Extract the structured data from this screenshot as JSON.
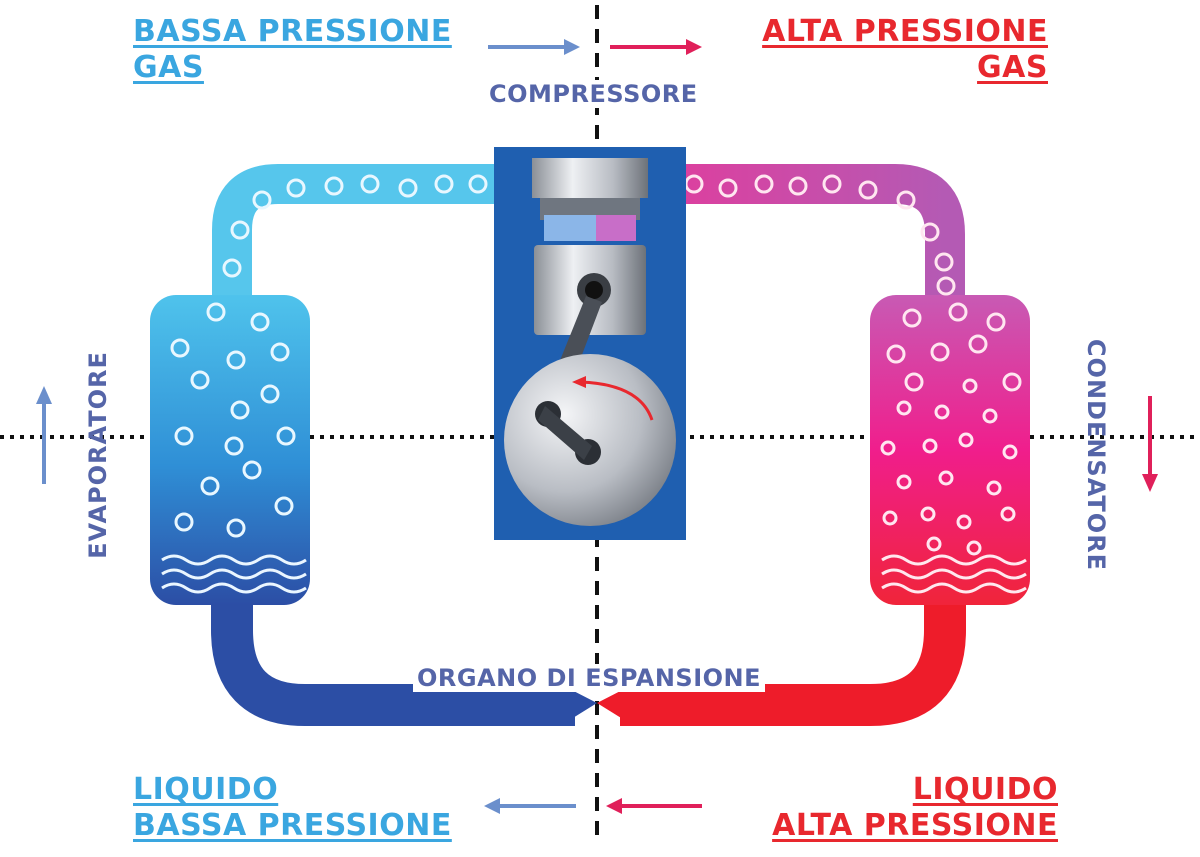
{
  "labels": {
    "low_pressure_gas_line1": "BASSA PRESSIONE",
    "low_pressure_gas_line2": "GAS",
    "high_pressure_gas_line1": "ALTA PRESSIONE",
    "high_pressure_gas_line2": "GAS",
    "compressor": "COMPRESSORE",
    "evaporator": "EVAPORATORE",
    "condenser": "CONDENSATORE",
    "expansion": "ORGANO DI ESPANSIONE",
    "low_pressure_liquid_line1": "LIQUIDO",
    "low_pressure_liquid_line2": "BASSA PRESSIONE",
    "high_pressure_liquid_line1": "LIQUIDO",
    "high_pressure_liquid_line2": "ALTA PRESSIONE"
  },
  "colors": {
    "cold": "#3aa6e0",
    "cold_dark": "#2a4fa8",
    "hot": "#e8282e",
    "hot_magenta": "#e0207a",
    "navy_text": "#5565a8",
    "compressor_bg": "#1f5fb0"
  }
}
